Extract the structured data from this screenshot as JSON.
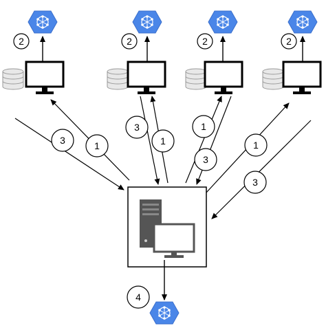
{
  "colors": {
    "stroke": "#000000",
    "hexagon_fill": "#4A86E8",
    "hexagon_edge": "#3B6FCC",
    "monitor_fill": "#ffffff",
    "server_gray": "#555555",
    "db_fill": "#E8E8E8",
    "db_stroke": "#999999"
  },
  "icons": {
    "cloud_node": "network-hexagon-icon",
    "client": "monitor-icon",
    "storage": "database-icon",
    "server": "server-tower-icon"
  },
  "labels": {
    "client_1_step_2": "2",
    "client_2_step_2": "2",
    "client_3_step_2": "2",
    "client_4_step_2": "2",
    "client_1_down_3": "3",
    "client_1_up_1": "1",
    "client_2_down_3": "3",
    "client_2_up_1": "1",
    "client_3_up_1": "1",
    "client_3_down_3": "3",
    "client_4_up_1": "1",
    "client_4_down_3": "3",
    "server_step_4": "4"
  }
}
